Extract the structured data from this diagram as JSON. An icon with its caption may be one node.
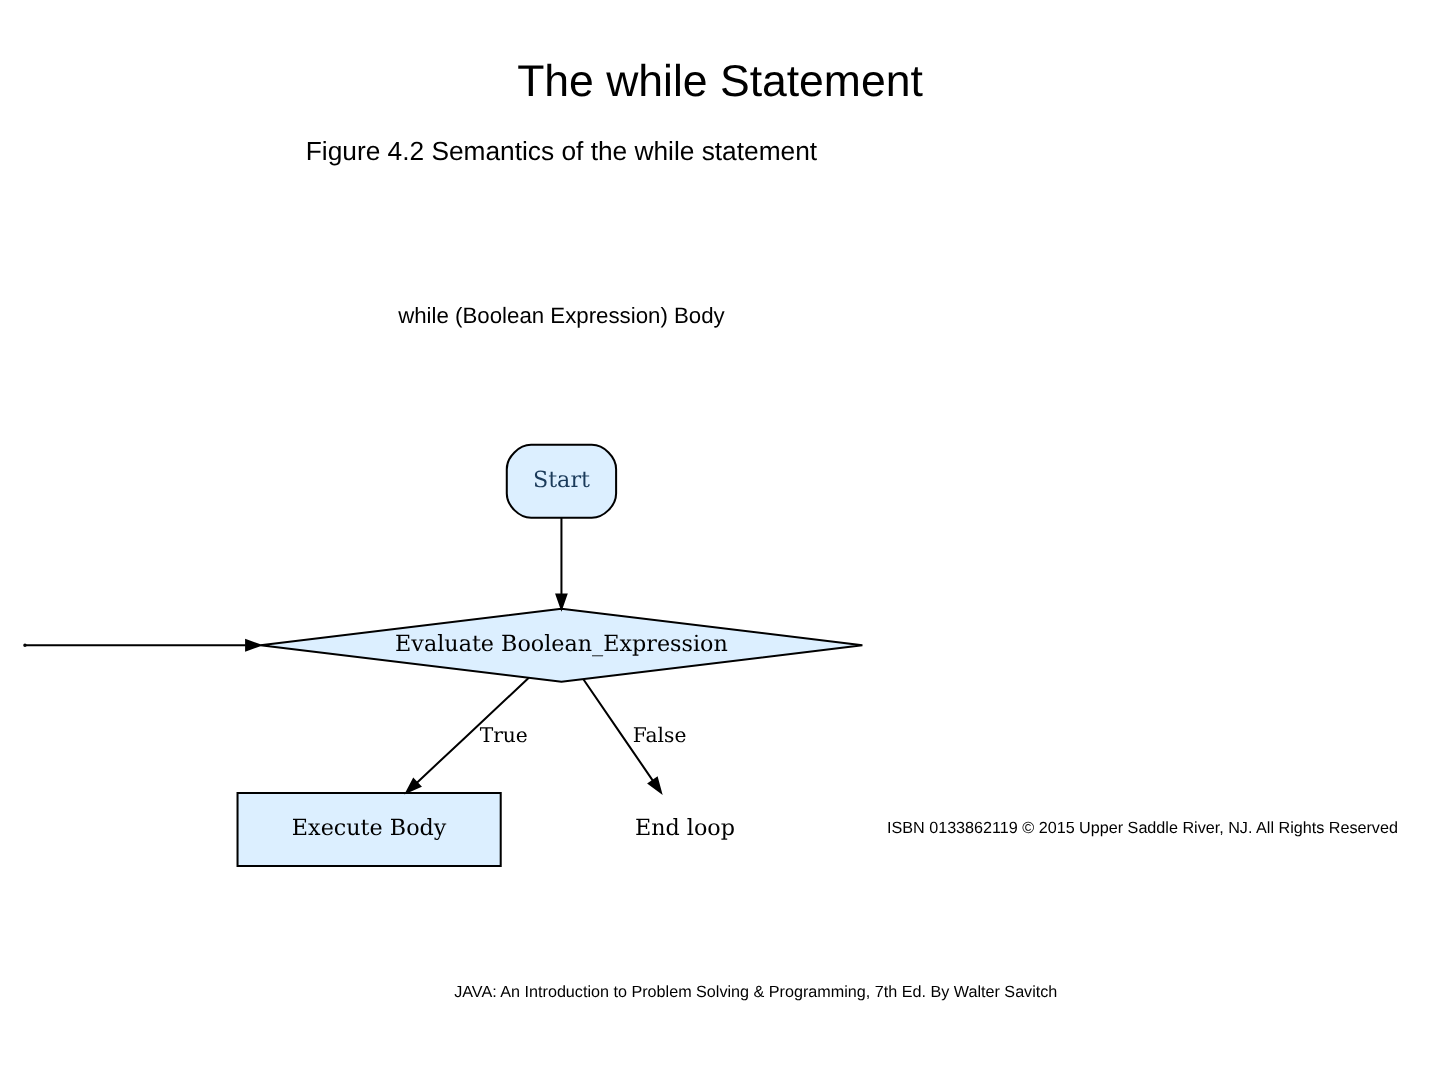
{
  "diagram": {
    "title": "The while Statement",
    "nodes": [
      {
        "text": [
          "Start"
        ]
      },
      {
        "text": [
          "Evaluate Boolean_Expression"
        ]
      },
      {
        "text": [
          "Execute Body"
        ]
      },
      {
        "text": [
          "End loop"
        ]
      }
    ],
    "edges": [
      {
        "from": 0,
        "to": 1,
        "arrow": "to"
      },
      {
        "from": null,
        "to": 1,
        "arrow": "to"
      },
      {
        "from": 1,
        "to": 2,
        "arrow": "to",
        "label": "True"
      },
      {
        "from": 1,
        "to": 3,
        "arrow": "to",
        "label": "False"
      }
    ],
    "labels": [
      "Figure 4.2 Semantics of the while statement",
      "while (Boolean Expression) Body",
      "JAVA: An Introduction to Problem Solving & Programming, 7th Ed. By Walter Savitch",
      "ISBN 0133862119 © 2015 Upper Saddle River, NJ. All Rights Reserved"
    ]
  }
}
